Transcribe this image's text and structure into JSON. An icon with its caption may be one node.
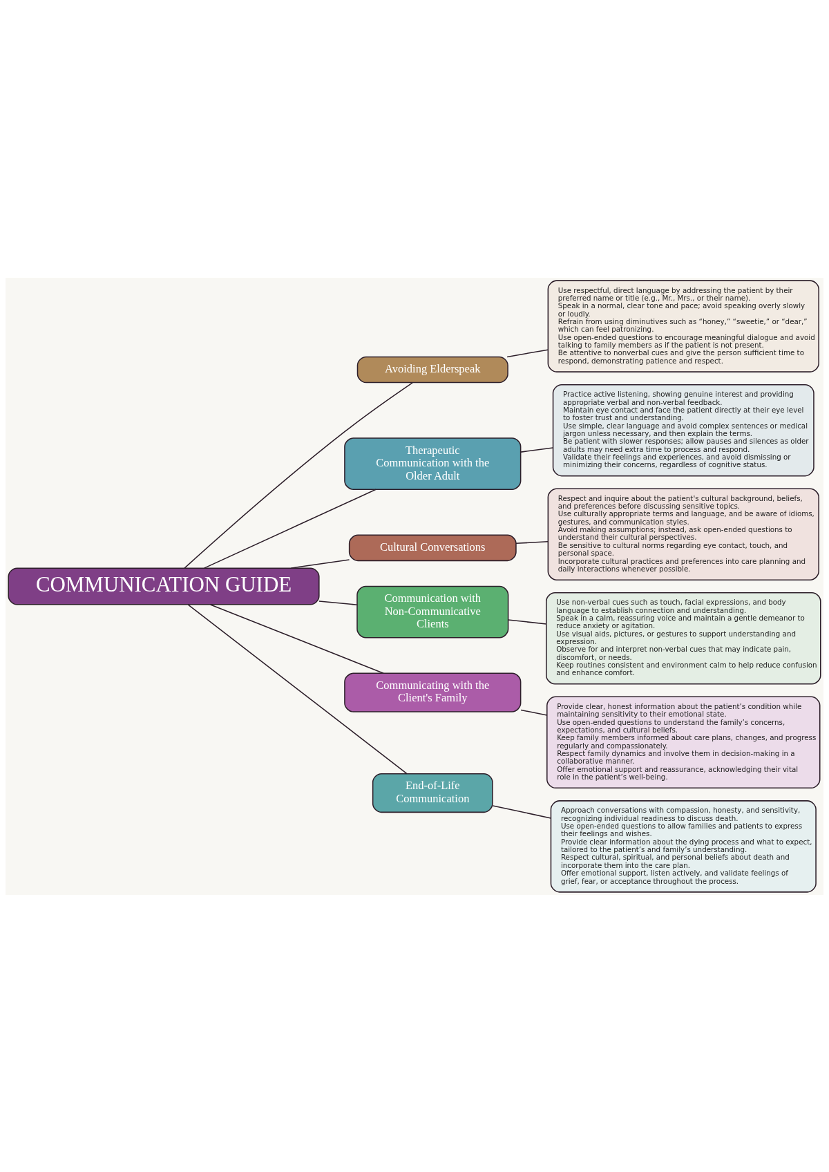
{
  "diagram": {
    "nodes": [
      {
        "text": [
          "COMMUNICATION GUIDE"
        ]
      },
      {
        "text": [
          "Avoiding Elderspeak"
        ]
      },
      {
        "text": [
          "Use respectful, direct language by addressing the patient by their preferred name or title (e.g., Mr., Mrs., or their name).",
          "Speak in a normal, clear tone and pace; avoid speaking overly slowly or loudly.",
          "Refrain from using diminutives such as “honey,” “sweetie,” or “dear,” which can feel patronizing.",
          "Use open-ended questions to encourage meaningful dialogue and avoid talking to family members as if the patient is not present.",
          "Be attentive to nonverbal cues and give the person sufficient time to respond, demonstrating patience and respect."
        ]
      },
      {
        "text": [
          "Therapeutic Communication with the Older Adult"
        ]
      },
      {
        "text": [
          "Practice active listening, showing genuine interest and providing appropriate verbal and non-verbal feedback.",
          "Maintain eye contact and face the patient directly at their eye level to foster trust and understanding.",
          "Use simple, clear language and avoid complex sentences or medical jargon unless necessary, and then explain the terms.",
          "Be patient with slower responses; allow pauses and silences as older adults may need extra time to process and respond.",
          "Validate their feelings and experiences, and avoid dismissing or minimizing their concerns, regardless of cognitive status."
        ]
      },
      {
        "text": [
          "Cultural Conversations"
        ]
      },
      {
        "text": [
          "Respect and inquire about the patient's cultural background, beliefs, and preferences before discussing sensitive topics.",
          "Use culturally appropriate terms and language, and be aware of idioms, gestures, and communication styles.",
          "Avoid making assumptions; instead, ask open-ended questions to understand their cultural perspectives.",
          "Be sensitive to cultural norms regarding eye contact, touch, and personal space.",
          "Incorporate cultural practices and preferences into care planning and daily interactions whenever possible."
        ]
      },
      {
        "text": [
          "Communication with Non-Communicative Clients"
        ]
      },
      {
        "text": [
          "Use non-verbal cues such as touch, facial expressions, and body language to establish connection and understanding.",
          "Speak in a calm, reassuring voice and maintain a gentle demeanor to reduce anxiety or agitation.",
          "Use visual aids, pictures, or gestures to support understanding and expression.",
          "Observe for and interpret non-verbal cues that may indicate pain, discomfort, or needs.",
          "Keep routines consistent and environment calm to help reduce confusion and enhance comfort."
        ]
      },
      {
        "text": [
          "Communicating with the Client's Family"
        ]
      },
      {
        "text": [
          "Provide clear, honest information about the patient’s condition while maintaining sensitivity to their emotional state.",
          "Use open-ended questions to understand the family’s concerns, expectations, and cultural beliefs.",
          "Keep family members informed about care plans, changes, and progress regularly and compassionately.",
          "Respect family dynamics and involve them in decision-making in a collaborative manner.",
          "Offer emotional support and reassurance, acknowledging their vital role in the patient’s well-being."
        ]
      },
      {
        "text": [
          "End-of-Life Communication"
        ]
      },
      {
        "text": [
          "Approach conversations with compassion, honesty, and sensitivity, recognizing individual readiness to discuss death.",
          "Use open-ended questions to allow families and patients to express their feelings and wishes.",
          "Provide clear information about the dying process and what to expect, tailored to the patient’s and family’s understanding.",
          "Respect cultural, spiritual, and personal beliefs about death and incorporate them into the care plan.",
          "Offer emotional support, listen actively, and validate feelings of grief, fear, or acceptance throughout the process."
        ]
      }
    ],
    "edges": [
      {
        "from": 0,
        "to": 1,
        "arrow": "none"
      },
      {
        "from": 0,
        "to": 3,
        "arrow": "none"
      },
      {
        "from": 0,
        "to": 5,
        "arrow": "none"
      },
      {
        "from": 0,
        "to": 7,
        "arrow": "none"
      },
      {
        "from": 0,
        "to": 9,
        "arrow": "none"
      },
      {
        "from": 0,
        "to": 11,
        "arrow": "none"
      },
      {
        "from": 1,
        "to": 2,
        "arrow": "none"
      },
      {
        "from": 3,
        "to": 4,
        "arrow": "none"
      },
      {
        "from": 5,
        "to": 6,
        "arrow": "none"
      },
      {
        "from": 7,
        "to": 8,
        "arrow": "none"
      },
      {
        "from": 9,
        "to": 10,
        "arrow": "none"
      },
      {
        "from": 11,
        "to": 12,
        "arrow": "none"
      }
    ]
  }
}
